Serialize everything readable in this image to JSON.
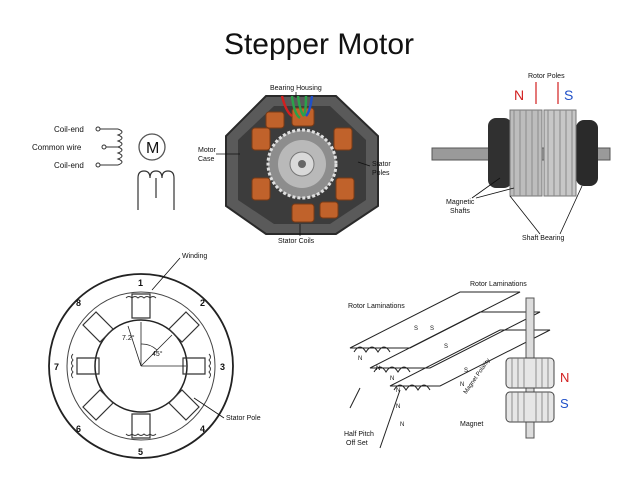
{
  "title": "Stepper Motor",
  "schematic": {
    "coil_end_top": "Coil-end",
    "common_wire": "Common wire",
    "coil_end_bottom": "Coil-end",
    "motor_symbol": "M"
  },
  "cutaway_photo": {
    "bearing_housing": "Bearing Housing",
    "motor_case": "Motor\nCase",
    "stator_poles": "Stator\nPoles",
    "stator_coils": "Stator Coils"
  },
  "rotor_photo": {
    "rotor_poles": "Rotor Poles",
    "pole_n": "N",
    "pole_s": "S",
    "magnetic_shafts": "Magnetic\nShafts",
    "shaft_bearing": "Shaft Bearing",
    "accent_red": "#d21f1f",
    "accent_blue": "#2050c8"
  },
  "stator_diagram": {
    "winding": "Winding",
    "angle_small": "7.2°",
    "angle_large": "45°",
    "stator_pole": "Stator Pole",
    "pole_numbers": [
      "1",
      "2",
      "3",
      "4",
      "5",
      "6",
      "7",
      "8"
    ]
  },
  "rotor_diagram": {
    "rotor_laminations_top": "Rotor Laminations",
    "rotor_laminations_left": "Rotor Laminations",
    "magnet_polarity": "Magnet\nPolarity",
    "half_pitch": "Half Pitch\nOff Set",
    "magnet": "Magnet",
    "pole_n": "N",
    "pole_s": "S"
  }
}
